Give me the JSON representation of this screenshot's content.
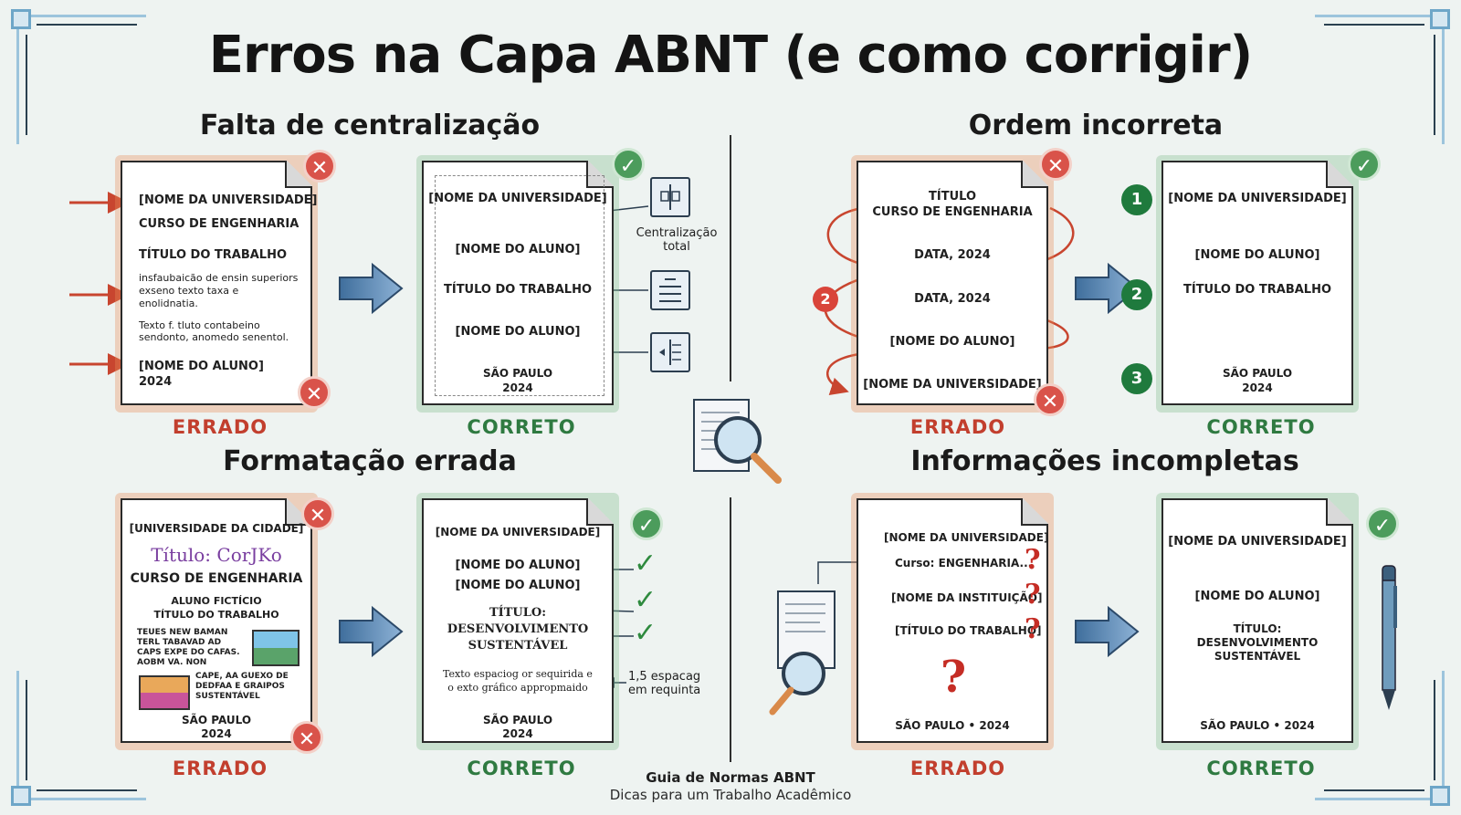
{
  "title": "Erros na Capa ABNT (e como corrigir)",
  "sections": {
    "centralizacao": {
      "title": "Falta de centralização",
      "wrong": {
        "label": "ERRADO",
        "lines": [
          "[NOME DA UNIVERSIDADE]",
          "CURSO DE ENGENHARIA",
          "TÍTULO DO TRABALHO",
          "insfaubaicão de ensin superiors exseno texto taxa e enolidnatia.",
          "Texto f. tluto contabeino sendonto, anomedo senentol.",
          "[NOME DO ALUNO]",
          "2024"
        ]
      },
      "right": {
        "label": "CORRETO",
        "lines": [
          "[NOME DA UNIVERSIDADE]",
          "[NOME DO ALUNO]",
          "TÍTULO DO TRABALHO",
          "[NOME DO ALUNO]",
          "SÃO PAULO",
          "2024"
        ]
      },
      "annotation": "Centralização total"
    },
    "ordem": {
      "title": "Ordem incorreta",
      "wrong": {
        "label": "ERRADO",
        "lines": [
          "TÍTULO",
          "CURSO DE ENGENHARIA",
          "DATA, 2024",
          "DATA, 2024",
          "[NOME DO ALUNO]",
          "[NOME DA UNIVERSIDADE]"
        ],
        "marker": "2"
      },
      "right": {
        "label": "CORRETO",
        "lines": [
          "[NOME DA UNIVERSIDADE]",
          "[NOME DO ALUNO]",
          "TÍTULO DO TRABALHO",
          "SÃO PAULO",
          "2024"
        ],
        "steps": [
          "1",
          "2",
          "3"
        ]
      }
    },
    "formatacao": {
      "title": "Formatação errada",
      "wrong": {
        "label": "ERRADO",
        "lines": [
          "[UNIVERSIDADE DA CIDADE]",
          "Título: CorJKo",
          "CURSO DE ENGENHARIA",
          "ALUNO FICTÍCIO",
          "TÍTULO DO TRABALHO",
          "TEUES NEW BAMAN TERL TABAVAD AD CAPS EXPE DO CAFAS. AOBM VA. NON",
          "CAPE, AA GUEXO DE DEDFAA E GRAIPOS SUSTENTÁVEL",
          "SÃO PAULO",
          "2024"
        ]
      },
      "right": {
        "label": "CORRETO",
        "lines": [
          "[NOME DA UNIVERSIDADE]",
          "[NOME DO ALUNO]",
          "[NOME DO ALUNO]",
          "TÍTULO:",
          "DESENVOLVIMENTO",
          "SUSTENTÁVEL",
          "Texto espaciog or sequirida e",
          "o exto gráfico appropmaido",
          "SÃO PAULO",
          "2024"
        ]
      },
      "annotation": "1,5 espacag em requinta"
    },
    "informacoes": {
      "title": "Informações incompletas",
      "wrong": {
        "label": "ERRADO",
        "lines": [
          "[NOME DA UNIVERSIDADE]",
          "Curso: ENGENHARIA...",
          "[NOME DA INSTITUIÇÃO]",
          "[TÍTULO DO TRABALHO]",
          "SÃO PAULO • 2024"
        ],
        "qmark": "?"
      },
      "right": {
        "label": "CORRETO",
        "lines": [
          "[NOME DA UNIVERSIDADE]",
          "[NOME DO ALUNO]",
          "TÍTULO:",
          "DESENVOLVIMENTO",
          "SUSTENTÁVEL",
          "SÃO PAULO • 2024"
        ]
      }
    }
  },
  "icons": {
    "wrong": "x-icon",
    "right": "check-icon",
    "center": "magnifier-document-icon"
  },
  "colors": {
    "error": "#c23f2e",
    "correct": "#2f7a41",
    "arrow": "#5a88b8",
    "red_arrow": "#c8452f"
  },
  "footer": {
    "line1": "Guia de Normas ABNT",
    "line2": "Dicas para um Trabalho Acadêmico"
  }
}
